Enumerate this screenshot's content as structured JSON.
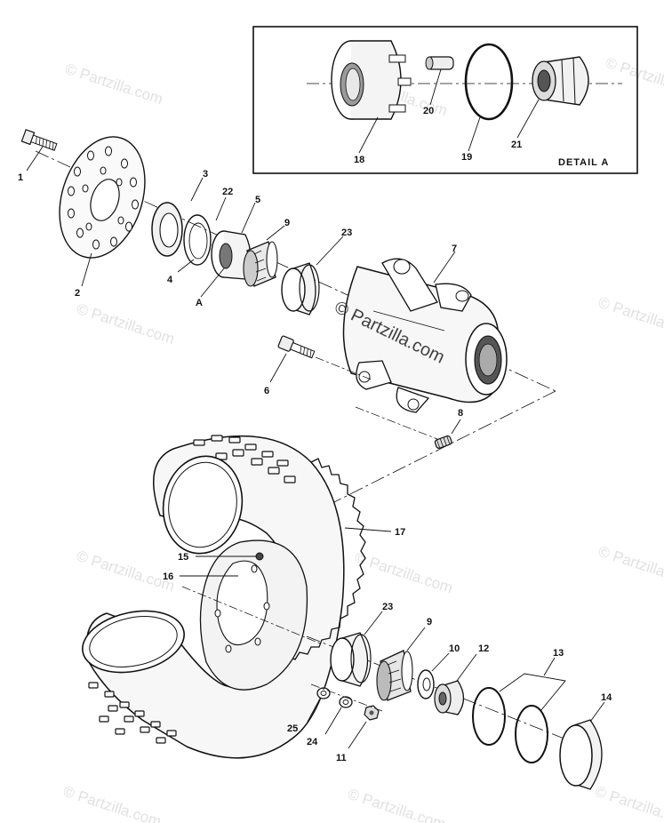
{
  "detail_box": {
    "label": "DETAIL A"
  },
  "callouts": [
    "1",
    "2",
    "3",
    "4",
    "5",
    "6",
    "7",
    "8",
    "9",
    "10",
    "11",
    "12",
    "13",
    "14",
    "15",
    "16",
    "17",
    "18",
    "19",
    "20",
    "21",
    "22",
    "23",
    "23",
    "24",
    "25",
    "A"
  ],
  "watermark": {
    "text": "© Partzilla.com"
  },
  "colors": {
    "line": "#111111",
    "background": "#ffffff",
    "watermark": "#c9c9c9"
  }
}
